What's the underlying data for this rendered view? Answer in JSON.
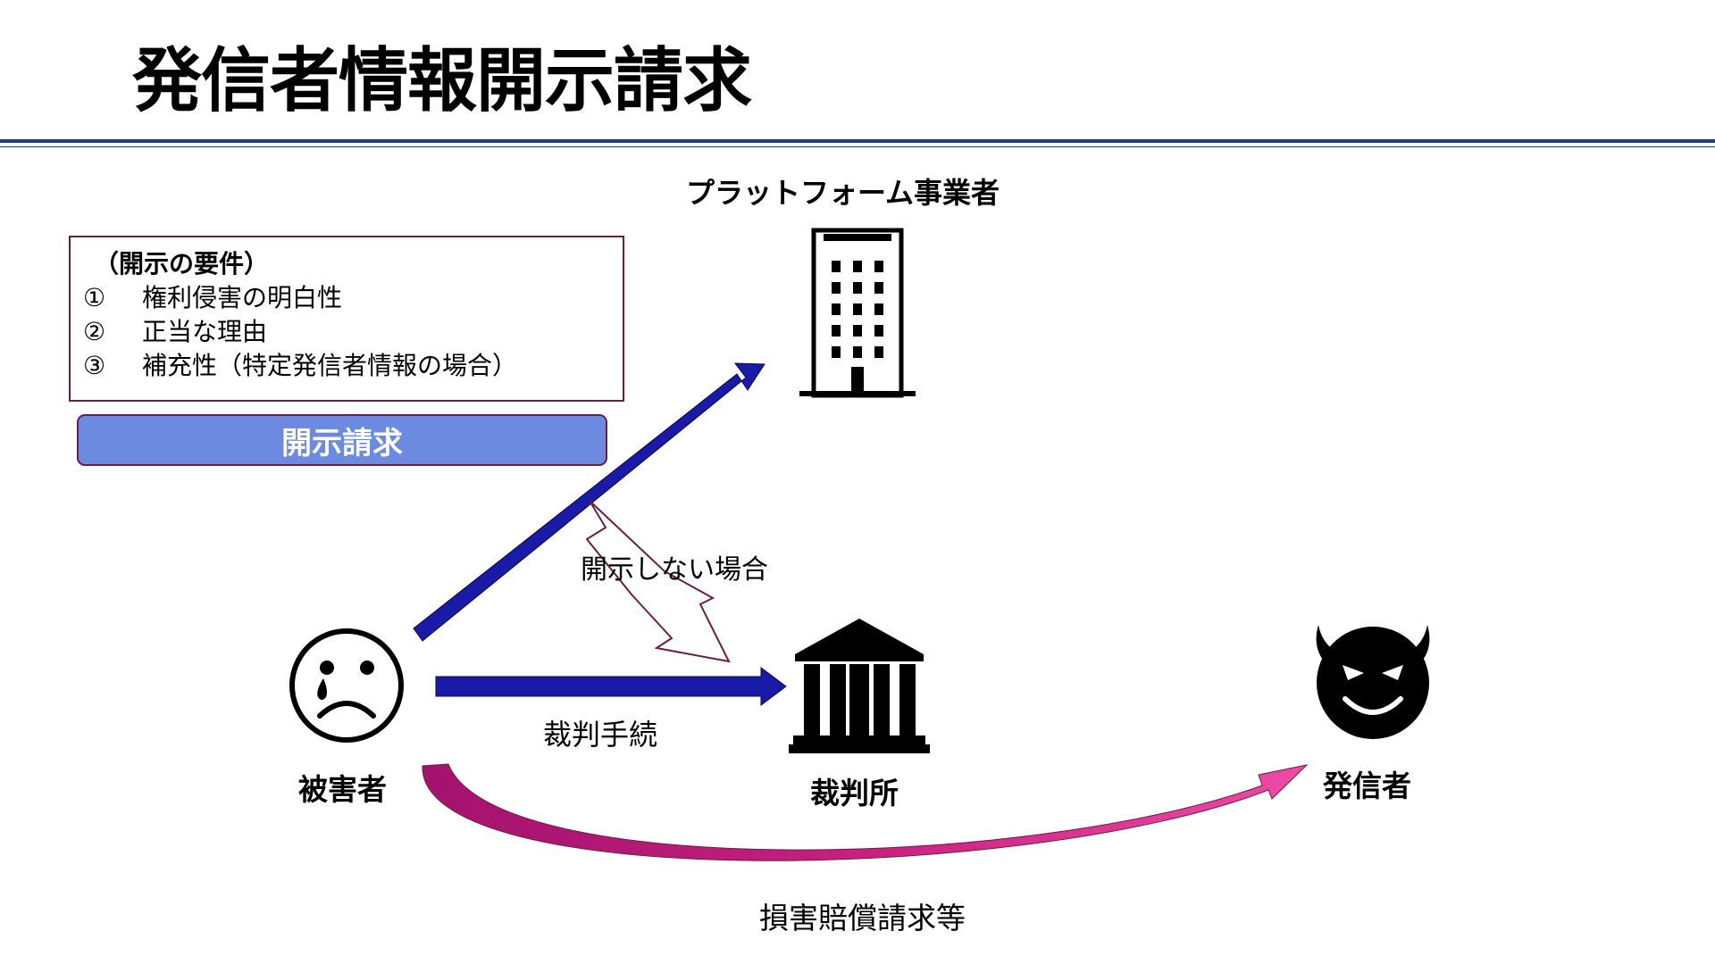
{
  "title": "発信者情報開示請求",
  "requirements": {
    "heading": "（開示の要件）",
    "items": [
      {
        "num": "①",
        "text": "権利侵害の明白性"
      },
      {
        "num": "②",
        "text": "正当な理由"
      },
      {
        "num": "③",
        "text": "補充性（特定発信者情報の場合）"
      }
    ]
  },
  "request_button": "開示請求",
  "nodes": {
    "platform": "プラットフォーム事業者",
    "victim": "被害者",
    "court": "裁判所",
    "sender": "発信者"
  },
  "edges": {
    "non_disclosure": "開示しない場合",
    "trial": "裁判手続",
    "damages": "損害賠償請求等"
  },
  "colors": {
    "rule": "#1f3a7d",
    "blue_arrow": "#1a1aa8",
    "button_fill": "#6b8ae0",
    "box_border": "#6b1e45",
    "magenta_arrow": "#d02f93"
  },
  "icons": {
    "platform": "office-building-icon",
    "victim": "crying-face-icon",
    "court": "courthouse-icon",
    "sender": "devil-face-icon"
  }
}
